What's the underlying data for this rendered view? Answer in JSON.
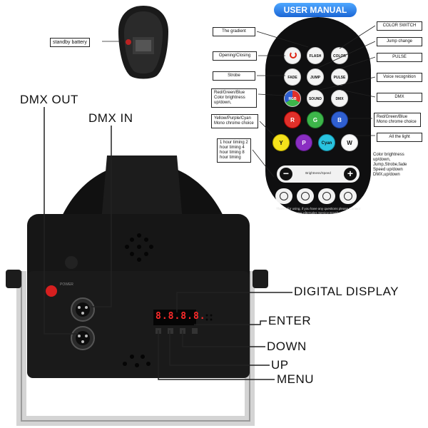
{
  "battery": {
    "label": "standby battery"
  },
  "projector_labels": {
    "dmx_out": "DMX OUT",
    "dmx_in": "DMX IN",
    "digital_display": "DIGITAL DISPLAY",
    "enter": "ENTER",
    "down": "DOWN",
    "up": "UP",
    "menu": "MENU",
    "display_digits": "8.8.8.8.",
    "power_text": "POWER"
  },
  "manual": {
    "title": "USER MANUAL",
    "left_labels": [
      "The gradient",
      "Opening/Closing",
      "Strobe",
      "Red/Green/Blue Color brightness up/down,",
      "Yellow/Purple/Cyan Mono chrome choice",
      "1 hour timing 2 hour timing 4 hour timing 8 hour timing"
    ],
    "right_labels": [
      "COLOR SWITCH",
      "Jump change",
      "PULSE",
      "Voice recognition",
      "DMX",
      "Red/Green/Blue Mono chrome choice",
      "All the light",
      "Color brightness up/down, Jump,Strobe,fade Speed up/down DMX,up/down"
    ],
    "buttons": {
      "flash": "FLASH",
      "color": "COLOR",
      "fade": "FADE",
      "jump": "JUMP",
      "pulse": "PULSE",
      "rgb": "RGB",
      "sound": "SOUND",
      "dmx": "DMX",
      "r": "R",
      "g": "G",
      "b": "B",
      "y": "Y",
      "p": "P",
      "cyan": "Cyan",
      "w": "W",
      "minus": "−",
      "plus": "+",
      "slider_text": "Brightness/Speed"
    },
    "note": "Thanks for using, if you have any questions please Contact our Aftersales Service Email."
  },
  "colors": {
    "fixture_body": "#161616",
    "remote_body": "#0f0f10",
    "title_blue": "#1b66d6",
    "display_red": "#ff2a2a"
  }
}
